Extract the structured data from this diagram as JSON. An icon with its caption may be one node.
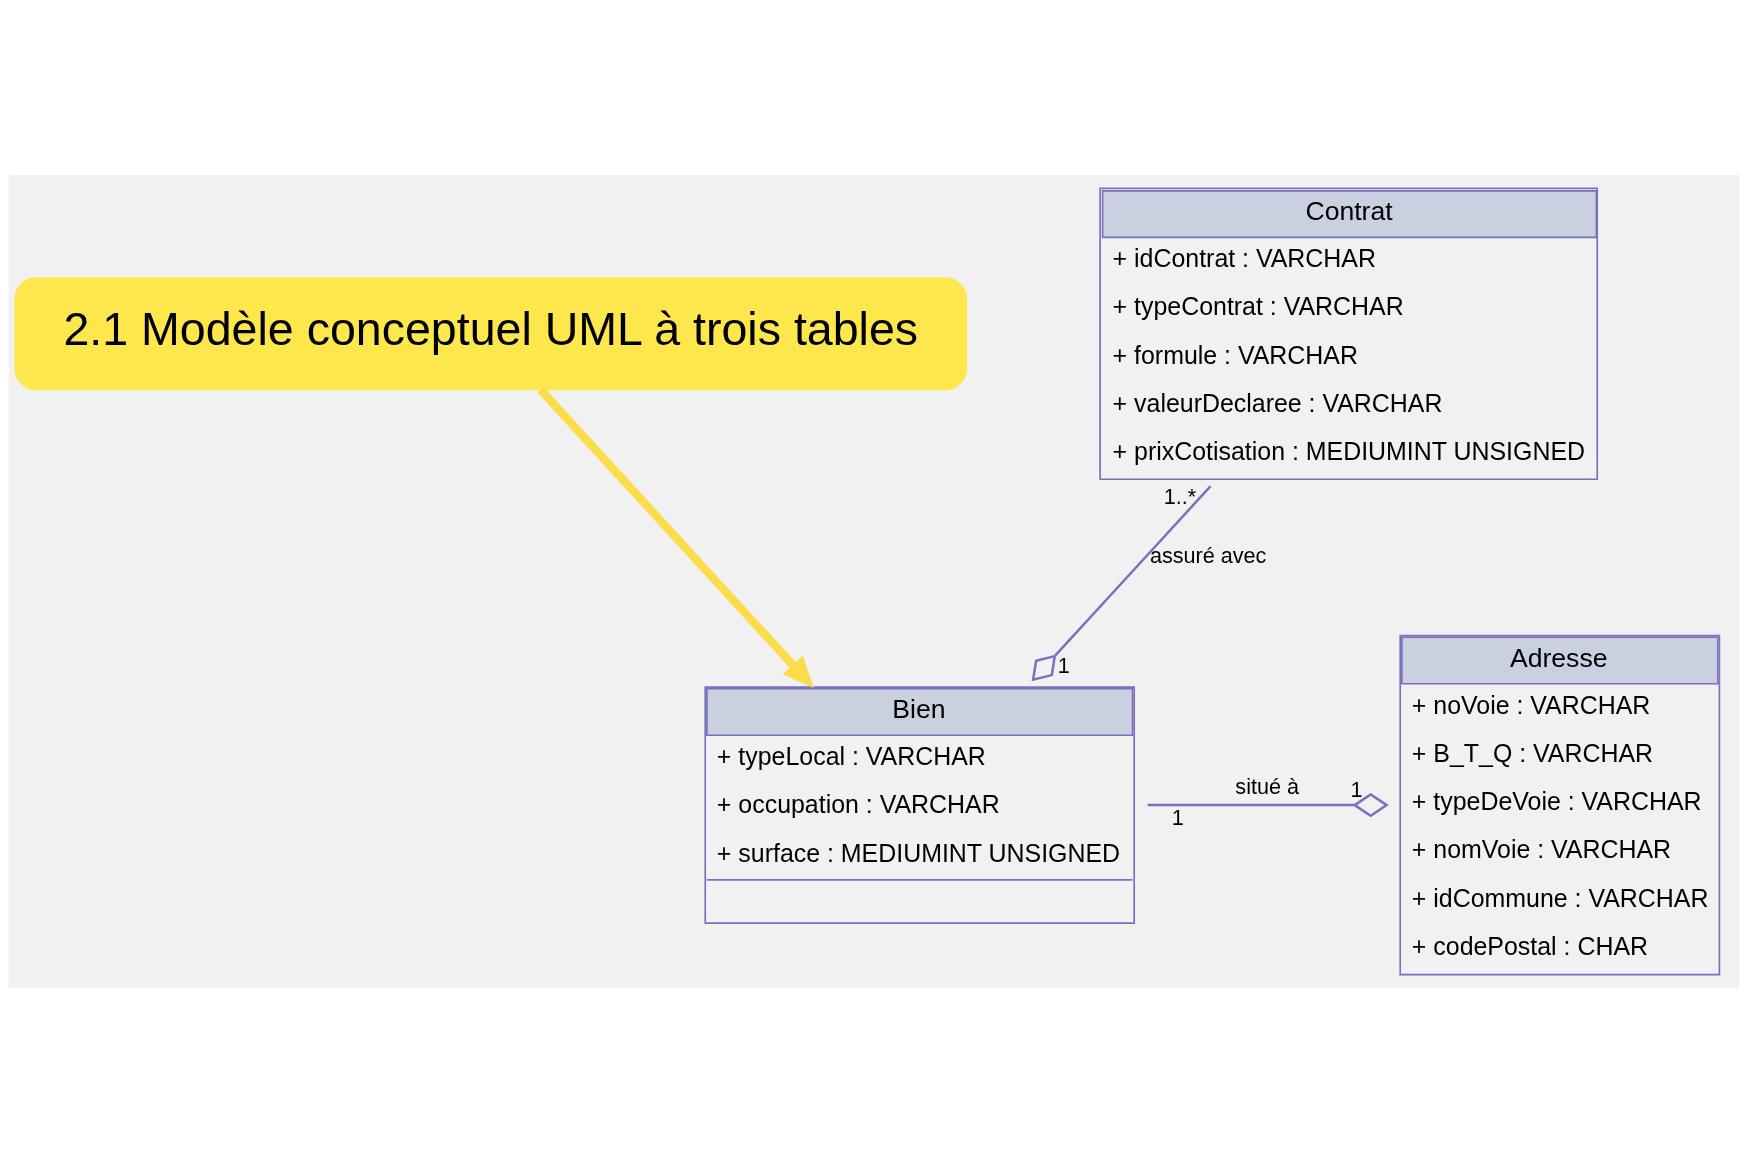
{
  "diagram": {
    "nodes": [
      {
        "text": [
          "2.1 Modèle conceptuel UML à trois tables"
        ]
      },
      {
        "text": [
          "Contrat",
          "+ idContrat : VARCHAR",
          "+ typeContrat : VARCHAR",
          "+ formule : VARCHAR",
          "+ valeurDeclaree : VARCHAR",
          "+ prixCotisation : MEDIUMINT UNSIGNED"
        ]
      },
      {
        "text": [
          "Bien",
          "+ typeLocal : VARCHAR",
          "+ occupation : VARCHAR",
          "+ surface : MEDIUMINT UNSIGNED"
        ]
      },
      {
        "text": [
          "Adresse",
          "+ noVoie : VARCHAR",
          "+ B_T_Q : VARCHAR",
          "+ typeDeVoie : VARCHAR",
          "+ nomVoie : VARCHAR",
          "+ idCommune : VARCHAR",
          "+ codePostal : CHAR"
        ]
      }
    ],
    "edges": [
      {
        "from": 0,
        "to": 2,
        "arrow": "to",
        "style": "thick",
        "color": "#fbdc4a"
      },
      {
        "from": 1,
        "to": 2,
        "arrow": "other",
        "label": "assuré avec"
      },
      {
        "from": 2,
        "to": 3,
        "arrow": "other",
        "label": "situé à"
      }
    ],
    "labels": [
      "1..*",
      "1",
      "1",
      "1"
    ]
  }
}
